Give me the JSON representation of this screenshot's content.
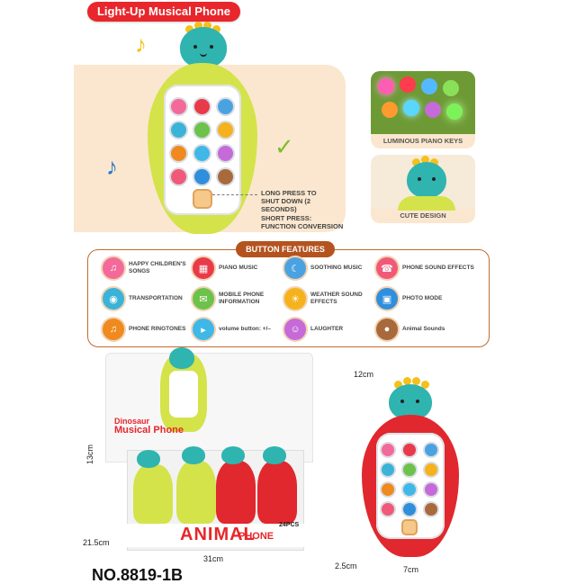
{
  "title": "Light-Up Musical Phone",
  "callout": {
    "long_press": "LONG PRESS TO SHUT DOWN (2 SECONDS)",
    "short_press": "SHORT PRESS: FUNCTION CONVERSION"
  },
  "side_panels": {
    "top_label": "LUMINOUS PIANO KEYS",
    "bottom_label": "CUTE DESIGN"
  },
  "features": {
    "heading": "BUTTON FEATURES",
    "items": [
      {
        "label": "HAPPY CHILDREN'S SONGS",
        "icon": "music-notes-icon",
        "color": "#f36a9a"
      },
      {
        "label": "PIANO MUSIC",
        "icon": "piano-icon",
        "color": "#e93a4a"
      },
      {
        "label": "SOOTHING MUSIC",
        "icon": "moon-icon",
        "color": "#4aa3e0"
      },
      {
        "label": "PHONE SOUND EFFECTS",
        "icon": "phone-icon",
        "color": "#f05a78"
      },
      {
        "label": "TRANSPORTATION",
        "icon": "car-icon",
        "color": "#3bb3d8"
      },
      {
        "label": "MOBILE PHONE INFORMATION",
        "icon": "message-icon",
        "color": "#6cc24a"
      },
      {
        "label": "WEATHER SOUND EFFECTS",
        "icon": "weather-icon",
        "color": "#f5b21c"
      },
      {
        "label": "PHOTO MODE",
        "icon": "camera-icon",
        "color": "#2f8fdc"
      },
      {
        "label": "PHONE RINGTONES",
        "icon": "bell-icon",
        "color": "#f08a1e"
      },
      {
        "label": "volume button: +/–",
        "icon": "speaker-icon",
        "color": "#3fb8e8"
      },
      {
        "label": "LAUGHTER",
        "icon": "laugh-face-icon",
        "color": "#c56ad8"
      },
      {
        "label": "Animal Sounds",
        "icon": "bear-icon",
        "color": "#a86a3c"
      }
    ]
  },
  "box": {
    "brand_line1": "Dinosaur",
    "brand_line2": "Musical Phone",
    "animal": "ANIMAL",
    "phone": "PHONE",
    "count": "24PCS",
    "width_label": "31cm",
    "height_label": "13cm",
    "depth_label": "21.5cm"
  },
  "red_phone": {
    "height_label": "12cm",
    "depth_label": "2.5cm",
    "width_label": "7cm"
  },
  "footer": "NO.8819-1B"
}
